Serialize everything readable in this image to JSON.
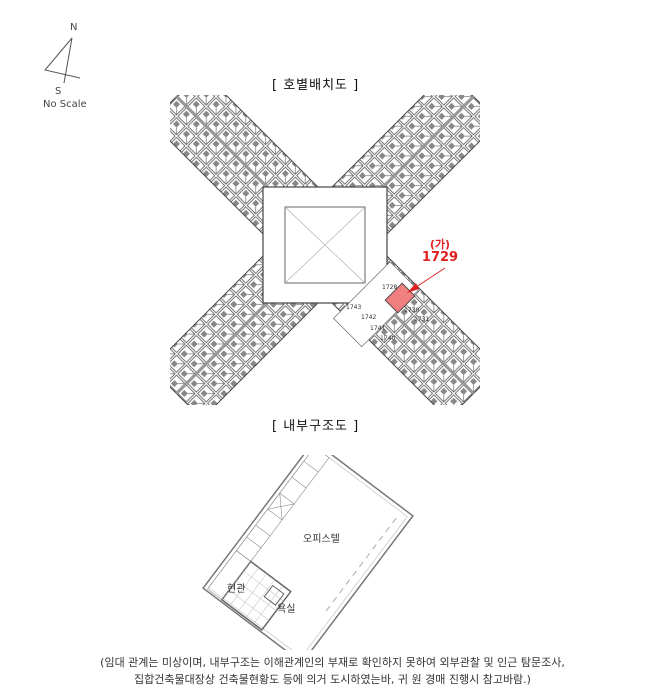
{
  "compass": {
    "north": "N",
    "south": "S",
    "scale_note": "No Scale"
  },
  "layout_plan": {
    "title": "[ 호별배치도 ]",
    "callout_label": "(가)",
    "callout_unit": "1729",
    "units": [
      "1728",
      "1730",
      "1731",
      "1743",
      "1742",
      "1741",
      "1740"
    ],
    "highlight_color": "#f08080",
    "accent_color": "#e02020"
  },
  "interior_plan": {
    "title": "[ 내부구조도 ]",
    "rooms": {
      "main": "오피스텔",
      "entrance": "현관",
      "bathroom": "욕실"
    }
  },
  "footnote": {
    "line1": "(임대 관계는 미상이며, 내부구조는 이해관계인의 부재로 확인하지 못하여 외부관찰 및 인근 탐문조사,",
    "line2": "집합건축물대장상 건축물현황도 등에 의거 도시하였는바, 귀 원 경매 진행시 참고바람.)"
  }
}
